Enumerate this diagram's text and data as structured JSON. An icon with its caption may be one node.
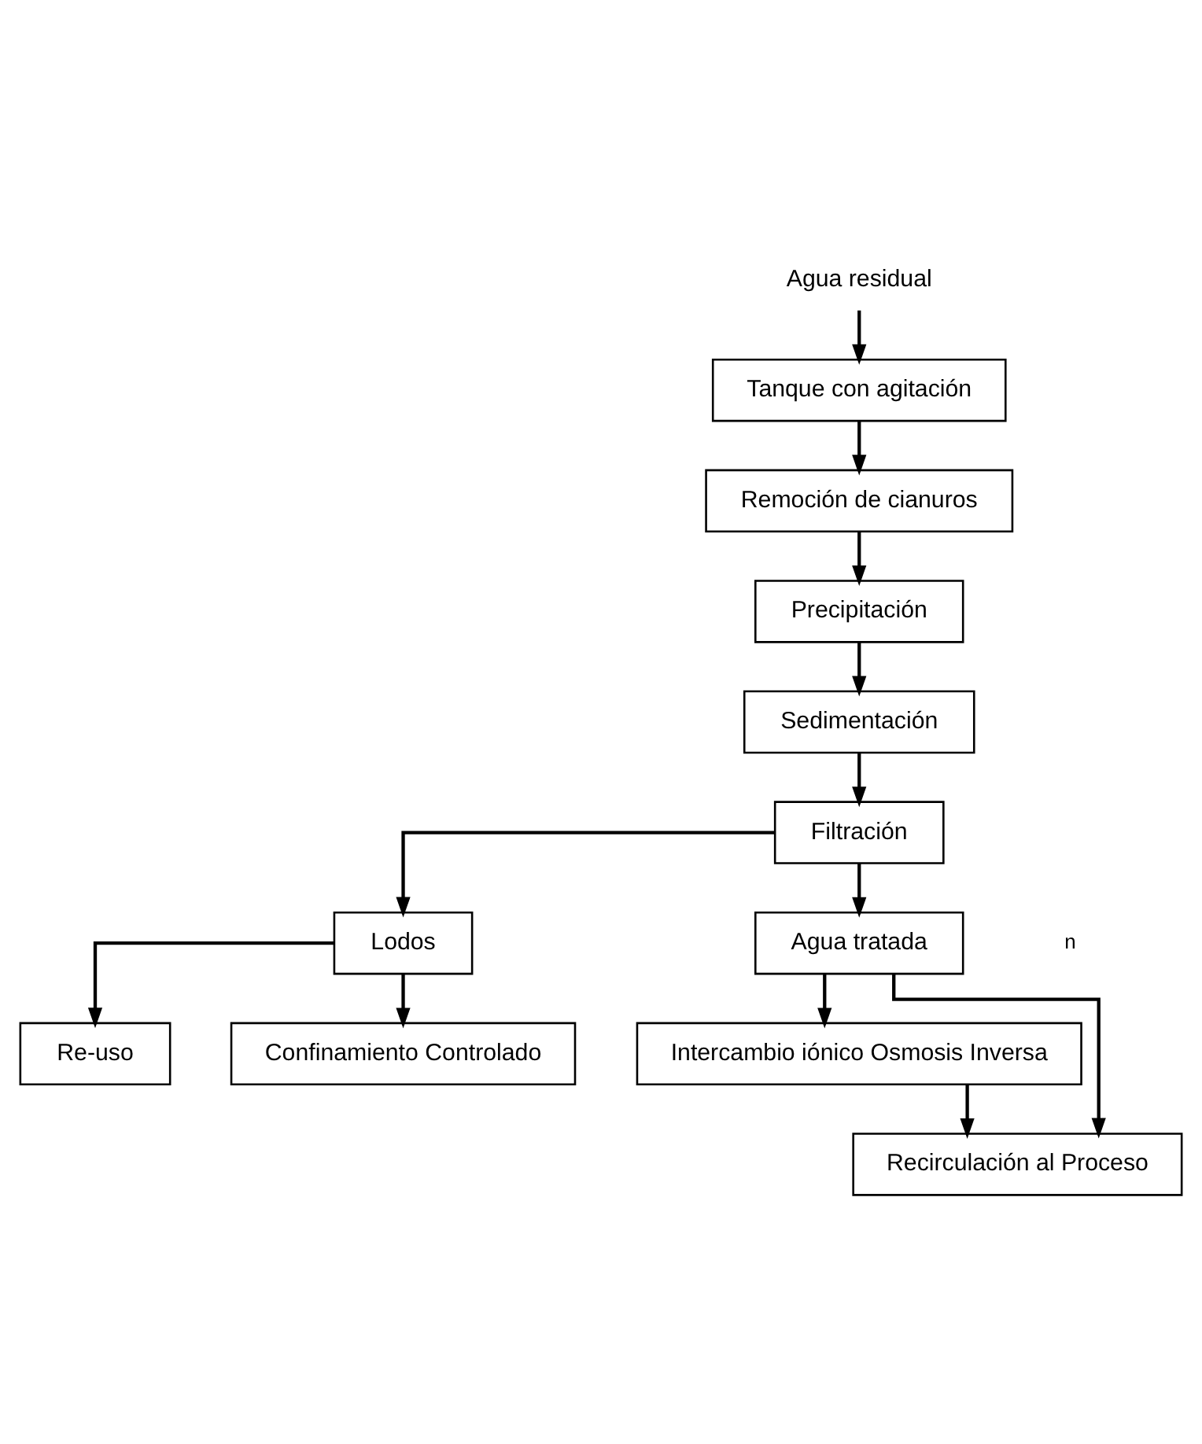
{
  "diagram": {
    "nodes": [
      {
        "text": [
          "Agua residual"
        ]
      },
      {
        "text": [
          "Tanque con agitación"
        ]
      },
      {
        "text": [
          "Remoción de cianuros"
        ]
      },
      {
        "text": [
          "Precipitación"
        ]
      },
      {
        "text": [
          "Sedimentación"
        ]
      },
      {
        "text": [
          "Filtración"
        ]
      },
      {
        "text": [
          "Lodos"
        ]
      },
      {
        "text": [
          "Agua tratada"
        ]
      },
      {
        "text": [
          "Re-uso"
        ]
      },
      {
        "text": [
          "Confinamiento Controlado"
        ]
      },
      {
        "text": [
          "Intercambio iónico Osmosis Inversa"
        ]
      },
      {
        "text": [
          "Recirculación al Proceso"
        ]
      }
    ],
    "edges": [
      {
        "from": 0,
        "to": 1,
        "arrow": "to"
      },
      {
        "from": 1,
        "to": 2,
        "arrow": "to"
      },
      {
        "from": 2,
        "to": 3,
        "arrow": "to"
      },
      {
        "from": 3,
        "to": 4,
        "arrow": "to"
      },
      {
        "from": 4,
        "to": 5,
        "arrow": "to"
      },
      {
        "from": 5,
        "to": 6,
        "arrow": "to"
      },
      {
        "from": 5,
        "to": 7,
        "arrow": "to"
      },
      {
        "from": 6,
        "to": 8,
        "arrow": "to"
      },
      {
        "from": 6,
        "to": 9,
        "arrow": "to"
      },
      {
        "from": 7,
        "to": 10,
        "arrow": "to"
      },
      {
        "from": 7,
        "to": 11,
        "arrow": "to"
      },
      {
        "from": 10,
        "to": 11,
        "arrow": "to"
      }
    ],
    "labels": [
      "n"
    ]
  }
}
